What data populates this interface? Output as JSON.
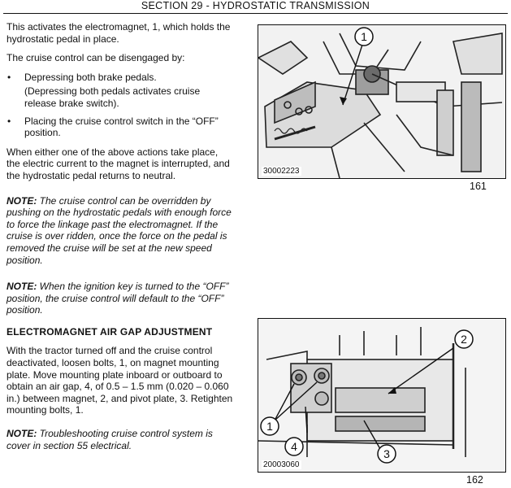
{
  "header": {
    "title": "SECTION 29 - HYDROSTATIC TRANSMISSION"
  },
  "body": {
    "p1": "This activates the electromagnet, 1, which holds the hydrostatic pedal in place.",
    "p2": "The cruise control can be disengaged by:",
    "bullets": [
      {
        "text": "Depressing both brake pedals.",
        "sub": "(Depressing both pedals activates cruise release brake switch)."
      },
      {
        "text": "Placing the cruise control switch in the “OFF” position.",
        "sub": ""
      }
    ],
    "bullet_glyph": "•",
    "p3": "When either one of the above actions take place, the electric current to the magnet is interrupted, and the hydrostatic pedal returns to neutral.",
    "note1": {
      "label": "NOTE:",
      "text": " The cruise control can be overridden by pushing on the hydrostatic pedals with enough force to force the linkage past the electromagnet. If the cruise is over ridden, once the force on the pedal is removed the cruise will be set at the new speed position."
    },
    "note2": {
      "label": "NOTE:",
      "text": " When the ignition key is turned to the “OFF” position, the cruise control will default to the “OFF” position."
    },
    "heading": "ELECTROMAGNET AIR GAP ADJUSTMENT",
    "p4": "With the tractor turned off and the cruise control deactivated, loosen bolts, 1, on magnet mounting plate. Move mounting plate inboard or outboard to obtain an air gap, 4, of 0.5 – 1.5 mm (0.020 – 0.060 in.) between magnet, 2, and pivot plate, 3. Retighten mounting bolts, 1.",
    "note3": {
      "label": "NOTE:",
      "text": " Troubleshooting cruise control system is cover in section 55 electrical."
    }
  },
  "figures": [
    {
      "code": "30002223",
      "page": "161",
      "callouts": [
        "1"
      ]
    },
    {
      "code": "20003060",
      "page": "162",
      "callouts": [
        "2",
        "1",
        "4",
        "3"
      ]
    }
  ]
}
